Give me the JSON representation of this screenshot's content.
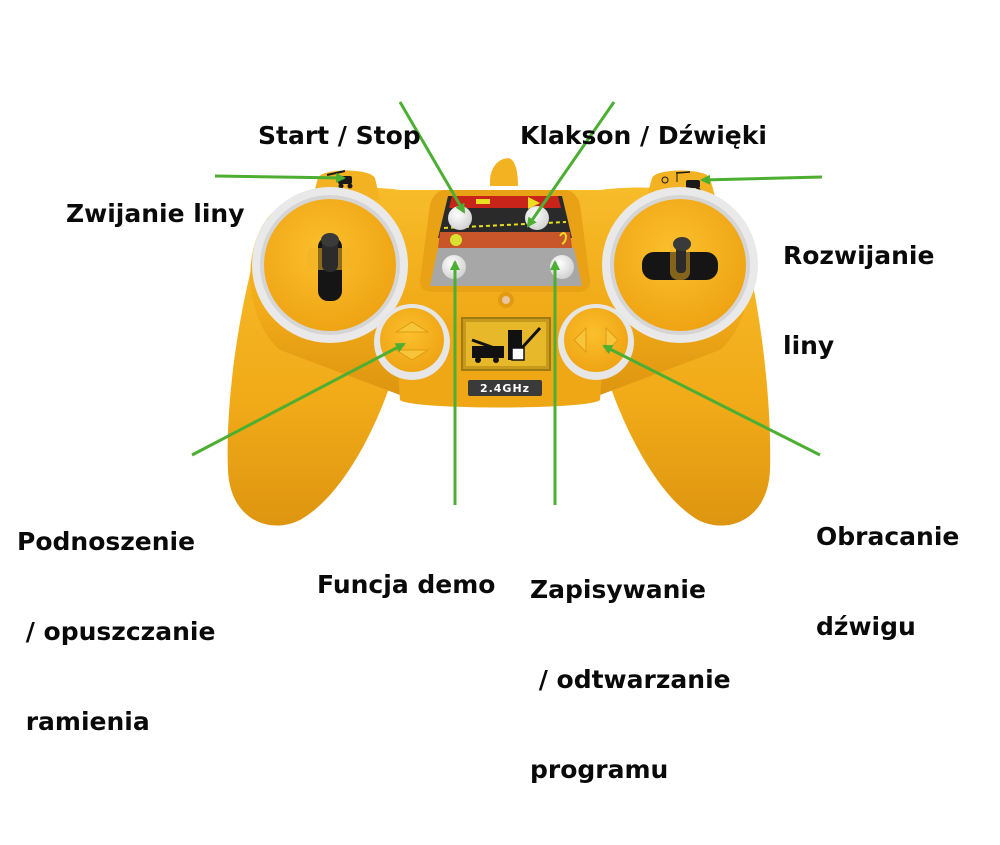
{
  "diagram": {
    "subject": "RC crane remote controller",
    "frequency_badge": "2.4GHz",
    "colors": {
      "body": "#F2AE1A",
      "body_shadow": "#D9920F",
      "ring": "#E6E6E6",
      "arrow": "#4CAF32",
      "label_text": "#0A0A0A",
      "panel_gray": "#A7A7A7",
      "panel_dark": "#2A2A2A",
      "accent_red": "#C8241A",
      "accent_yellow": "#E8E020"
    },
    "labels": {
      "start_stop": {
        "lines": [
          "Start / Stop"
        ]
      },
      "horn_sounds": {
        "lines": [
          "Klakson / Dźwięki"
        ]
      },
      "winch_in": {
        "lines": [
          "Zwijanie liny"
        ]
      },
      "winch_out": {
        "lines": [
          "Rozwijanie",
          "liny"
        ]
      },
      "boom_up_down": {
        "lines": [
          "Podnoszenie",
          " / opuszczanie",
          " ramienia"
        ]
      },
      "demo": {
        "lines": [
          "Funcja demo"
        ]
      },
      "record_play": {
        "lines": [
          "Zapisywanie",
          " / odtwarzanie",
          "programu"
        ]
      },
      "rotate_crane": {
        "lines": [
          "Obracanie",
          "dźwigu"
        ]
      }
    }
  }
}
